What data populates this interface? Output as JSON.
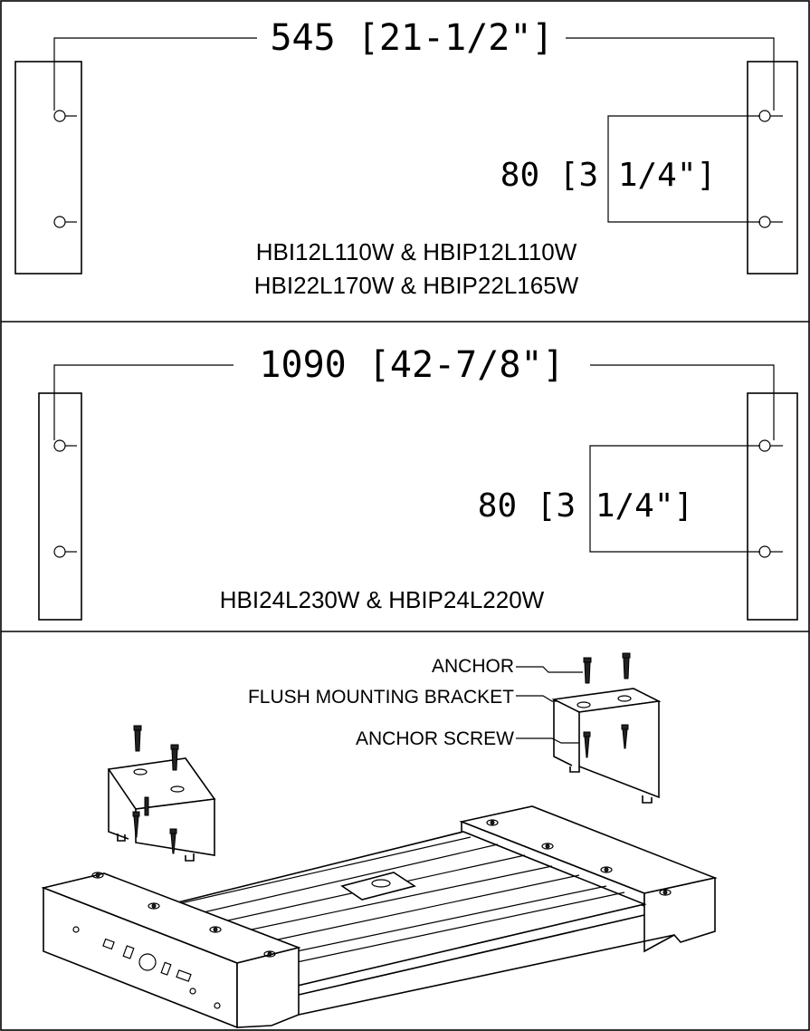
{
  "panel1": {
    "span_dimension": "545 [21-1/2\"]",
    "hole_spacing": "80 [3 1/4\"]",
    "models": [
      "HBI12L110W & HBIP12L110W",
      "HBI22L170W & HBIP22L165W"
    ]
  },
  "panel2": {
    "span_dimension": "1090 [42-7/8\"]",
    "hole_spacing": "80 [3 1/4\"]",
    "models": [
      "HBI24L230W & HBIP24L220W"
    ]
  },
  "panel3": {
    "callouts": {
      "anchor": "ANCHOR",
      "bracket": "FLUSH MOUNTING BRACKET",
      "screw": "ANCHOR SCREW"
    }
  }
}
